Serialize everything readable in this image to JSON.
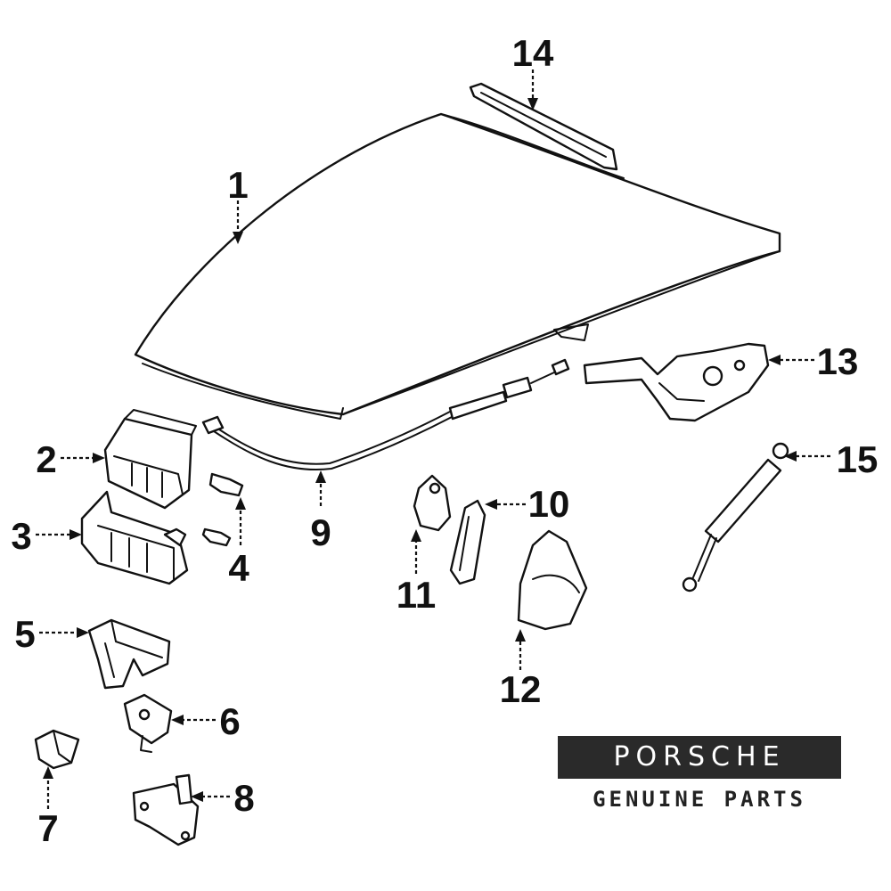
{
  "callouts": {
    "c1": "1",
    "c2": "2",
    "c3": "3",
    "c4": "4",
    "c5": "5",
    "c6": "6",
    "c7": "7",
    "c8": "8",
    "c9": "9",
    "c10": "10",
    "c11": "11",
    "c12": "12",
    "c13": "13",
    "c14": "14",
    "c15": "15"
  },
  "brand": {
    "logo_text": "PORSCHE",
    "tagline": "GENUINE PARTS"
  },
  "colors": {
    "line": "#111111",
    "badge_background": "#2a2a2a",
    "badge_text": "#ffffff"
  }
}
